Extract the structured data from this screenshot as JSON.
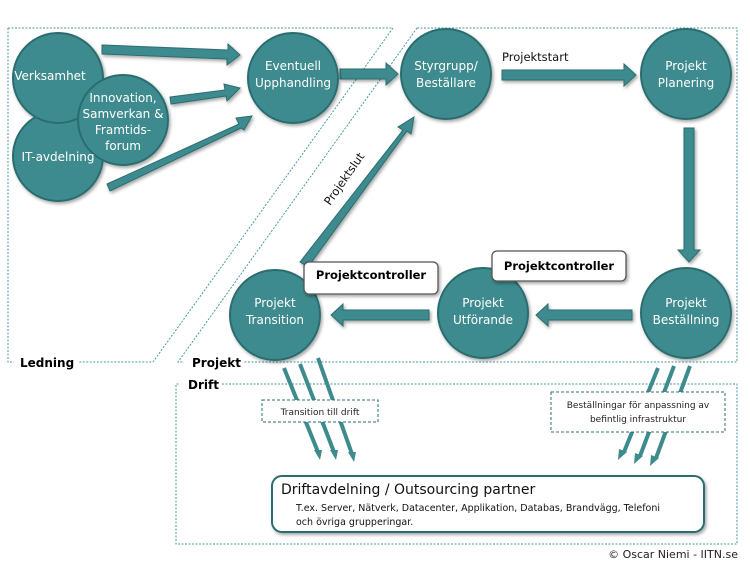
{
  "colors": {
    "node_fill": "#3e8b8e",
    "node_stroke": "#2b6d70",
    "arrow_fill": "#3e8b8e",
    "zone_border": "#4a9aa0"
  },
  "zones": {
    "ledning": "Ledning",
    "projekt": "Projekt",
    "drift": "Drift"
  },
  "nodes": {
    "verksamhet": [
      "Verksamhet"
    ],
    "it_avdelning": [
      "IT-avdelning"
    ],
    "innovation": [
      "Innovation,",
      "Samverkan &",
      "Framtids-",
      "forum"
    ],
    "upphandling": [
      "Eventuell",
      "Upphandling"
    ],
    "styrgrupp": [
      "Styrgrupp/",
      "Beställare"
    ],
    "planering": [
      "Projekt",
      "Planering"
    ],
    "bestallning": [
      "Projekt",
      "Beställning"
    ],
    "utforande": [
      "Projekt",
      "Utförande"
    ],
    "transition": [
      "Projekt",
      "Transition"
    ]
  },
  "edge_labels": {
    "projektstart": "Projektstart",
    "projektslut": "Projektslut"
  },
  "controller_boxes": {
    "left": "Projektcontroller",
    "right": "Projektcontroller"
  },
  "notes": {
    "transition_till_drift": [
      "Transition till drift"
    ],
    "bestallningar": [
      "Beställningar för anpassning av",
      "befintlig infrastruktur"
    ]
  },
  "drift_box": {
    "title": "Driftavdelning / Outsourcing partner",
    "description": [
      "T.ex. Server, Nätverk, Datacenter, Applikation, Databas, Brandvägg, Telefoni",
      "och övriga grupperingar."
    ]
  },
  "copyright": "© Oscar Niemi - IITN.se"
}
